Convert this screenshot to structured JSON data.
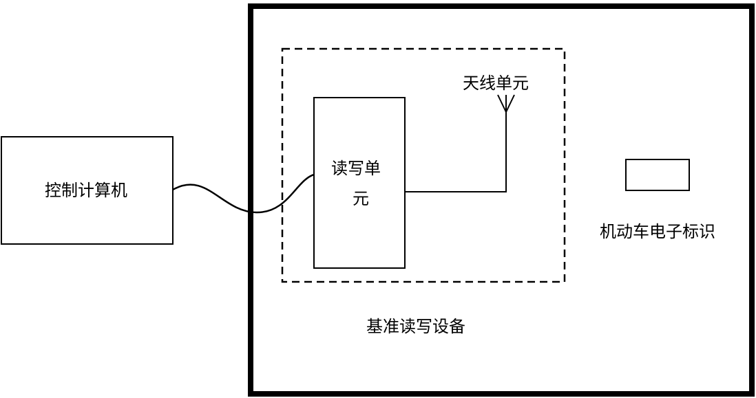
{
  "diagram": {
    "control_computer_label": "控制计算机",
    "reader_writer_unit_label_line1": "读写单",
    "reader_writer_unit_label_line2": "元",
    "antenna_unit_label": "天线单元",
    "reference_device_label": "基准读写设备",
    "vehicle_tag_label": "机动车电子标识"
  },
  "colors": {
    "stroke": "#000000",
    "background": "#ffffff"
  }
}
